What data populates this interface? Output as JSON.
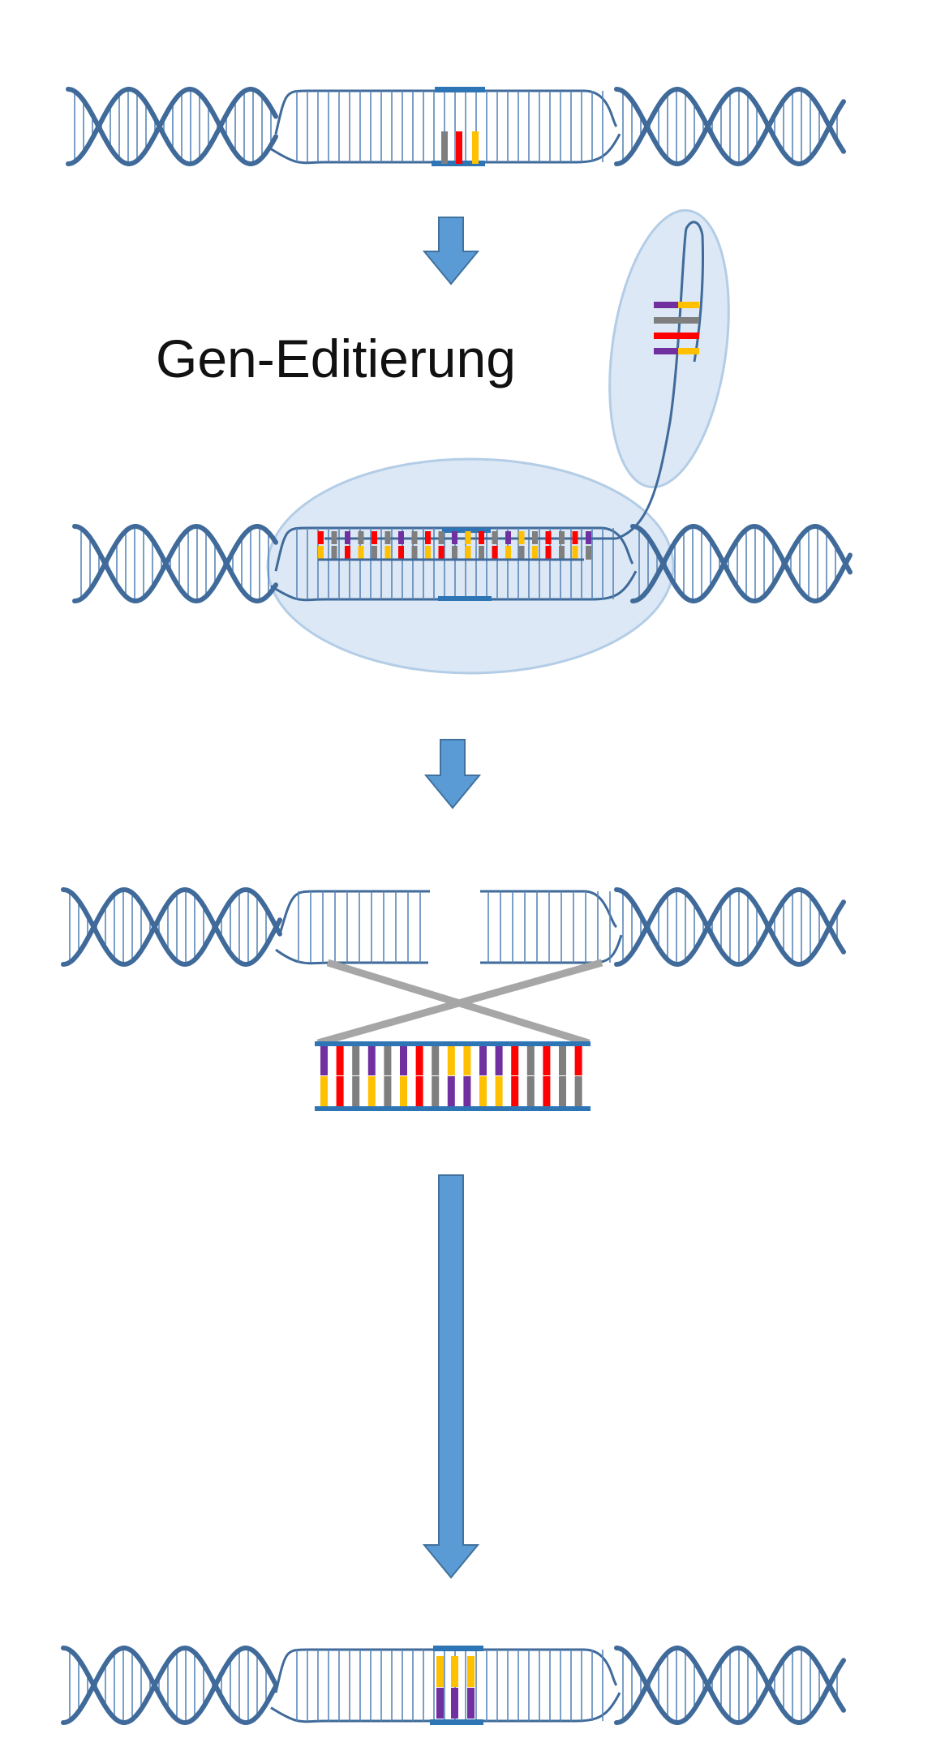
{
  "diagram": {
    "title": "Gen-Editierung",
    "colors": {
      "strand": "#3f6a9a",
      "rung": "#5a87b8",
      "bar": "#2e75b6",
      "arrow": "#5b9bd5",
      "arrow_stroke": "#41719c",
      "bubble_fill": "#dce8f5",
      "bubble_stroke": "#b4cde6",
      "cross_line": "#a6a6a6",
      "base_gray": "#7f7f7f",
      "base_red": "#ff0000",
      "base_yellow": "#ffc000",
      "base_purple": "#7030a0"
    },
    "steps": [
      {
        "id": "original-dna",
        "center_bases": [
          "gray",
          "red",
          "yellow"
        ]
      },
      {
        "id": "guide-rna-binding",
        "guide_pairs": [
          [
            "purple",
            "yellow"
          ],
          [
            "gray",
            "gray"
          ],
          [
            "red",
            "red"
          ],
          [
            "purple",
            "yellow"
          ]
        ]
      },
      {
        "id": "cut-and-repair-template",
        "template_top": [
          "purple",
          "red",
          "gray",
          "purple",
          "gray",
          "purple",
          "red",
          "gray",
          "yellow",
          "yellow",
          "purple",
          "purple",
          "red",
          "gray",
          "red",
          "gray",
          "red"
        ],
        "template_bottom": [
          "yellow",
          "red",
          "gray",
          "yellow",
          "gray",
          "yellow",
          "red",
          "gray",
          "purple",
          "purple",
          "yellow",
          "yellow",
          "red",
          "gray",
          "red",
          "gray",
          "gray"
        ]
      },
      {
        "id": "edited-dna",
        "center_bases": [
          "yellow",
          "yellow",
          "yellow"
        ],
        "center_bases_bottom": [
          "purple",
          "purple",
          "purple"
        ]
      }
    ]
  }
}
